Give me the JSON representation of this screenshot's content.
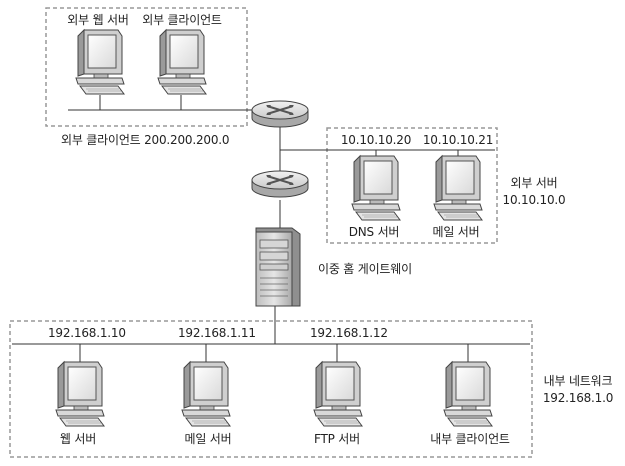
{
  "external_network": {
    "web_server_label": "외부 웹 서버",
    "client_label": "외부 클라이언트",
    "network_label": "외부 클라이언트 200.200.200.0"
  },
  "external_servers": {
    "dns_ip": "10.10.10.20",
    "mail_ip": "10.10.10.21",
    "dns_label": "DNS 서버",
    "mail_label": "메일 서버",
    "group_label_line1": "외부 서버",
    "group_label_line2": "10.10.10.0"
  },
  "gateway": {
    "label": "이중 홈 게이트웨이"
  },
  "internal_network": {
    "ip_1": "192.168.1.10",
    "ip_2": "192.168.1.11",
    "ip_3": "192.168.1.12",
    "web_label": "웹 서버",
    "mail_label": "메일 서버",
    "ftp_label": "FTP 서버",
    "client_label": "내부 클라이언트",
    "group_label_line1": "내부 네트워크",
    "group_label_line2": "192.168.1.0"
  }
}
